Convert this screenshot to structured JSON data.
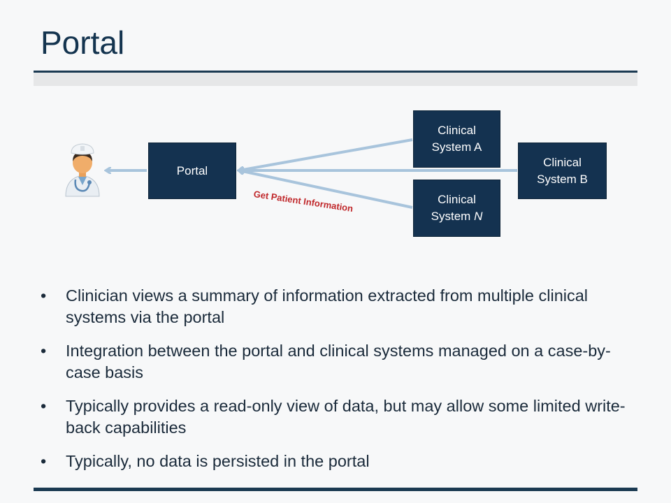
{
  "slide": {
    "title": "Portal"
  },
  "diagram": {
    "portal_label": "Portal",
    "systems": [
      {
        "line1": "Clinical",
        "line2": "System A"
      },
      {
        "line1": "Clinical",
        "line2": "System B"
      },
      {
        "line1": "Clinical",
        "line2": "System",
        "line2_italic": "N"
      }
    ],
    "edge_label": "Get Patient Information",
    "colors": {
      "box_fill": "#143250",
      "arrow": "#a8c4dc",
      "edge_label": "#c0282b",
      "title": "#14344f"
    },
    "icons": [
      "clinician-icon"
    ]
  },
  "bullets": [
    "Clinician views a summary of information extracted from multiple clinical systems via the portal",
    "Integration between the portal and clinical systems managed on a case-by-case basis",
    "Typically provides a read-only view of data, but may allow some limited write-back capabilities",
    "Typically, no data is persisted in the portal"
  ],
  "bullet_marker": "•"
}
